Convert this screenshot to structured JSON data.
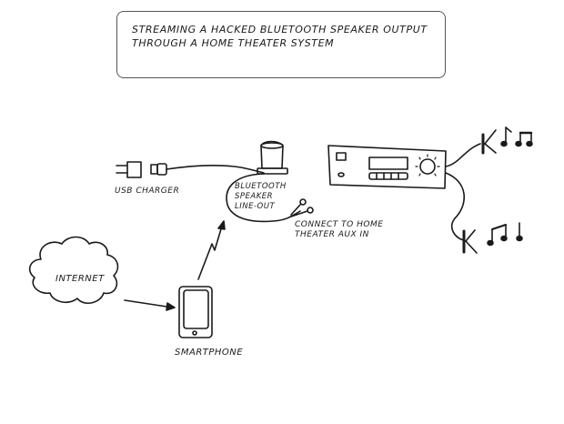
{
  "title": "Streaming a hacked Bluetooth speaker output through a home theater system",
  "nodes": {
    "usb_charger": "USB Charger",
    "bluetooth_speaker": "Bluetooth Speaker Line-out",
    "connect": "Connect to home theater aux in",
    "internet": "Internet",
    "smartphone": "Smartphone"
  },
  "icons": [
    "usb-plug-icon",
    "bluetooth-speaker-icon",
    "audio-jack-icon",
    "receiver-icon",
    "speaker-icon",
    "music-note-icon",
    "cloud-icon",
    "smartphone-icon",
    "wireless-signal-icon"
  ],
  "edges": [
    {
      "from": "usb_charger",
      "to": "bluetooth_speaker"
    },
    {
      "from": "internet",
      "to": "smartphone"
    },
    {
      "from": "smartphone",
      "to": "bluetooth_speaker",
      "type": "wireless"
    },
    {
      "from": "bluetooth_speaker",
      "to": "connect"
    },
    {
      "from": "receiver",
      "to": "speakers"
    }
  ]
}
